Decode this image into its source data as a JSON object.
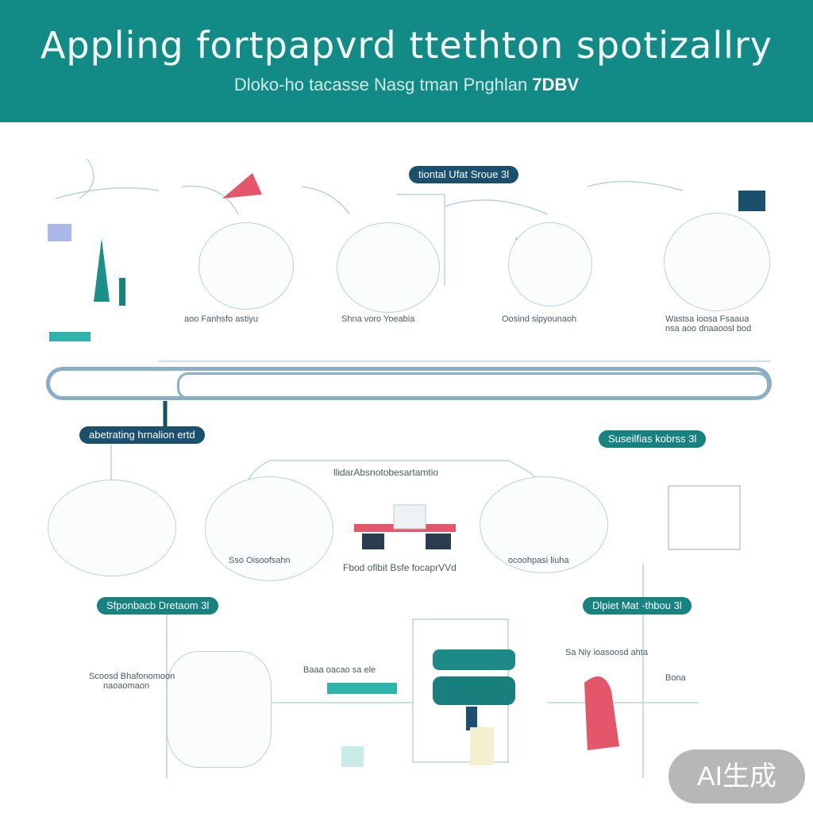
{
  "header": {
    "title": "Appling fortpapvrd ttethton spotizallry",
    "subtitle_main": "Dloko-ho tacasse Nasg tman Pnghlan",
    "subtitle_bold": "7DBV"
  },
  "tags": {
    "top_center": "tiontal Ufat Sroue 3l",
    "middle_left": "abetrating hrnalion ertd",
    "middle_right": "Suseilfias kobrss 3l",
    "middle_center": "llidarAbsnotobesartamtio",
    "bottom_left": "Sfponbacb Dretaom 3l",
    "bottom_right": "Dlpiet Mat -thbou 3l"
  },
  "captions": {
    "top_1": "aoo Fanhsfo astiyu",
    "top_2": "Shna voro Yoeabia",
    "top_3": "Oosind sipyounaoh",
    "top_4": "Wastsa ioosa Fsaaua",
    "top_4b": "nsa aoo dnaaoosl bod",
    "mid_2": "Sso Oisoofsahn",
    "mid_3": "Fbod oflbit Bsfe focaprVVd",
    "mid_4": "ocoohpasi liuha",
    "bot_1a": "Scoosd Bhafonomoon",
    "bot_1b": "naoaomaon",
    "bot_2": "Baaa oacao sa ele",
    "bot_4": "Sa Niy ioasoosd ahta",
    "bot_4b": "Bona"
  },
  "badge": "AI生成",
  "colors": {
    "header": "#128a86",
    "teal": "#17827f",
    "navy": "#1b4f6e",
    "coral": "#e4566a",
    "line": "#b9d3dc"
  }
}
